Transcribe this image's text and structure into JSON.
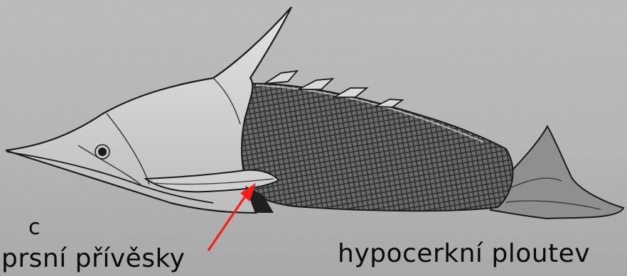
{
  "figure": {
    "panel_letter": "c",
    "labels": {
      "pectoral_appendages": "prsní přívěsky",
      "hypocercal_fin": "hypocerkní ploutev"
    },
    "colors": {
      "background": "#b9b9b9",
      "ink": "#1a1a1a",
      "arrow": "#ff1a1a"
    }
  }
}
